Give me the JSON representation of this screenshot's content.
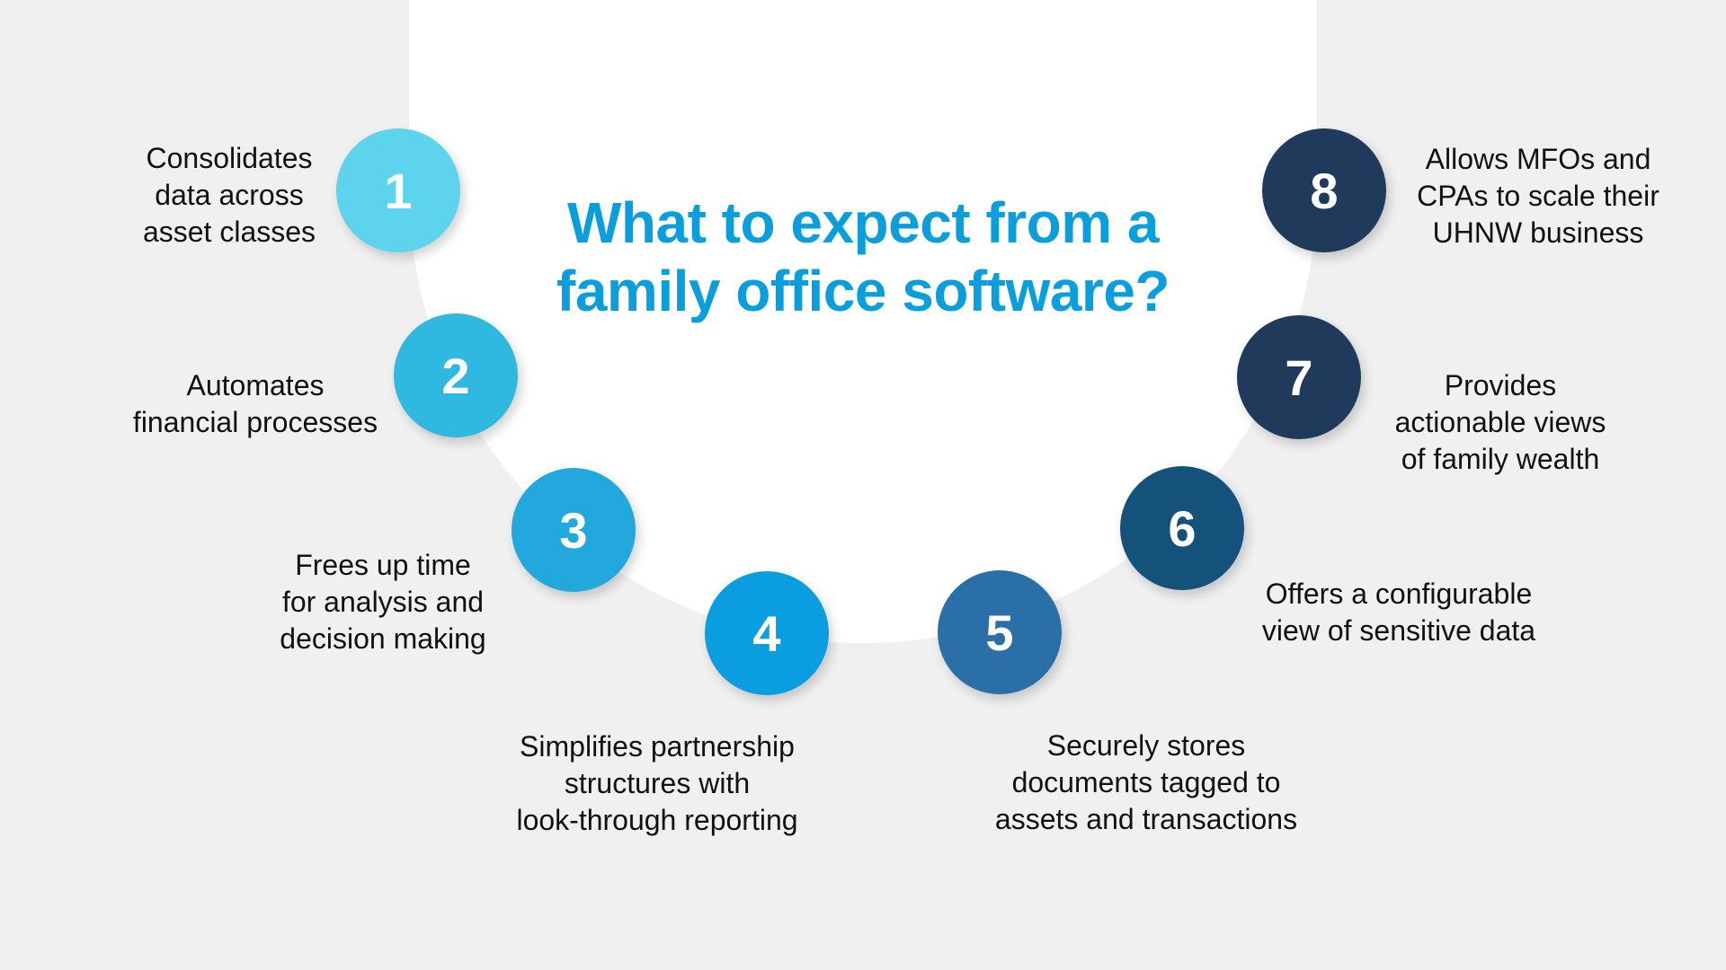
{
  "title": {
    "line1": "What to expect from a",
    "line2": "family office software?"
  },
  "colors": {
    "background": "#f0f0f0",
    "title": "#0a9fdc"
  },
  "items": [
    {
      "number": "1",
      "color": "#5dd3ee",
      "lines": [
        "Consolidates",
        "data across",
        "asset classes"
      ]
    },
    {
      "number": "2",
      "color": "#2fb8e0",
      "lines": [
        "Automates",
        "financial processes"
      ]
    },
    {
      "number": "3",
      "color": "#22a8dc",
      "lines": [
        "Frees up time",
        "for analysis and",
        "decision making"
      ]
    },
    {
      "number": "4",
      "color": "#0a9ee0",
      "lines": [
        "Simplifies partnership",
        "structures with",
        "look-through reporting"
      ]
    },
    {
      "number": "5",
      "color": "#2a6fa8",
      "lines": [
        "Securely stores",
        "documents tagged to",
        "assets and transactions"
      ]
    },
    {
      "number": "6",
      "color": "#14527c",
      "lines": [
        "Offers a configurable",
        "view of sensitive data"
      ]
    },
    {
      "number": "7",
      "color": "#1f3a5a",
      "lines": [
        "Provides",
        "actionable views",
        "of family wealth"
      ]
    },
    {
      "number": "8",
      "color": "#1f3a5a",
      "lines": [
        "Allows MFOs and",
        "CPAs to scale their",
        "UHNW business"
      ]
    }
  ]
}
